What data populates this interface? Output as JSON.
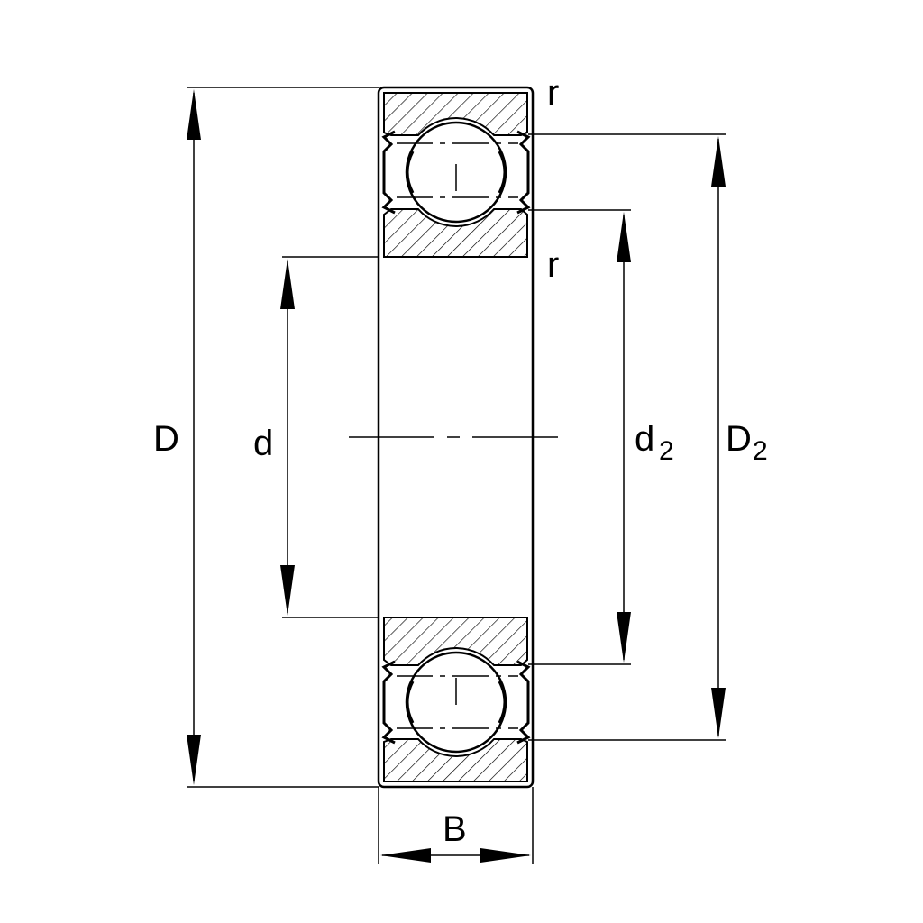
{
  "labels": {
    "outer_diameter": "D",
    "bore_diameter": "d",
    "inner_shoulder_diameter": "d",
    "inner_shoulder_subscript": "2",
    "outer_shoulder_diameter": "D",
    "outer_shoulder_subscript": "2",
    "width": "B",
    "radius_top": "r",
    "radius_bottom": "r"
  },
  "colors": {
    "line": "#000000",
    "background": "#ffffff"
  }
}
